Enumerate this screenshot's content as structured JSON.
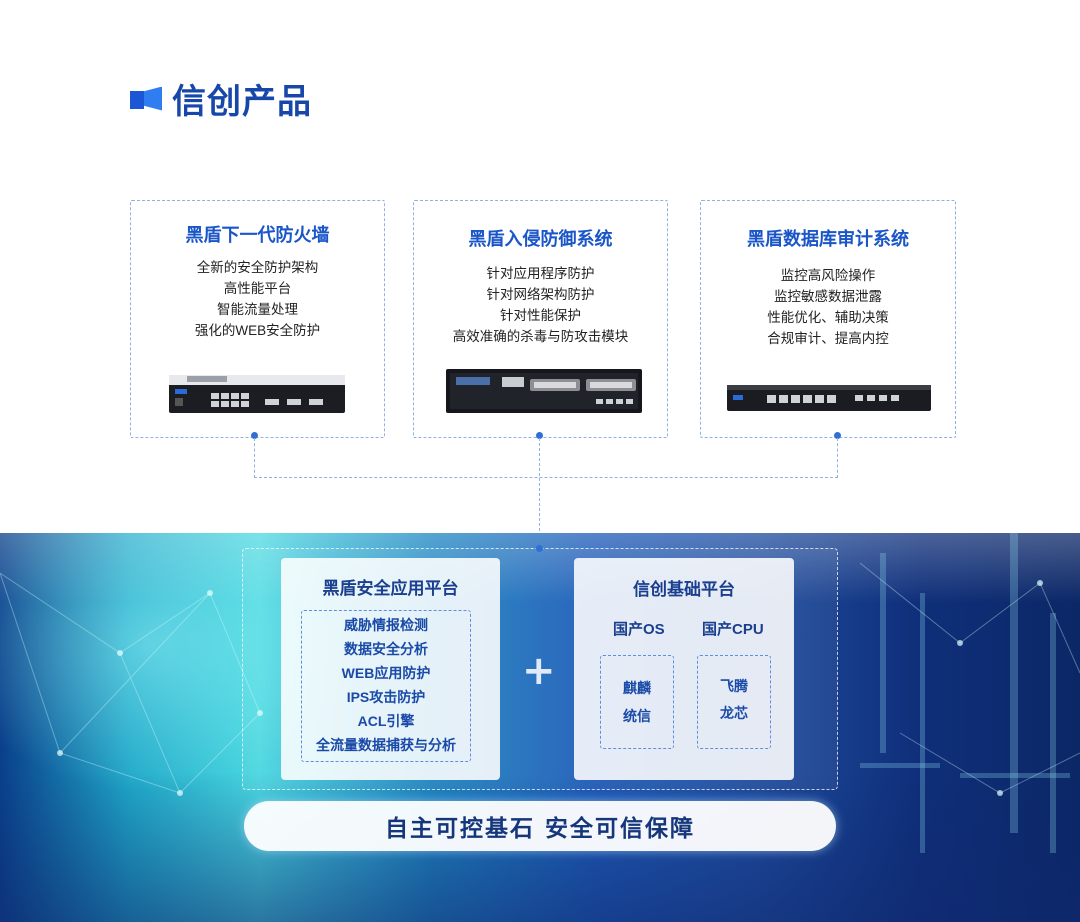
{
  "header": {
    "title": "信创产品"
  },
  "products": [
    {
      "title": "黑盾下一代防火墙",
      "features": [
        "全新的安全防护架构",
        "高性能平台",
        "智能流量处理",
        "强化的WEB安全防护"
      ]
    },
    {
      "title": "黑盾入侵防御系统",
      "features": [
        "针对应用程序防护",
        "针对网络架构防护",
        "针对性能保护",
        "高效准确的杀毒与防攻击模块"
      ]
    },
    {
      "title": "黑盾数据库审计系统",
      "features": [
        "监控高风险操作",
        "监控敏感数据泄露",
        "性能优化、辅助决策",
        "合规审计、提高内控"
      ]
    }
  ],
  "security_platform": {
    "title": "黑盾安全应用平台",
    "items": [
      "威胁情报检测",
      "数据安全分析",
      "WEB应用防护",
      "IPS攻击防护",
      "ACL引擎",
      "全流量数据捕获与分析"
    ]
  },
  "plus_sign": "+",
  "base_platform": {
    "title": "信创基础平台",
    "os": {
      "label": "国产OS",
      "items": [
        "麒麟",
        "统信"
      ]
    },
    "cpu": {
      "label": "国产CPU",
      "items": [
        "飞腾",
        "龙芯"
      ]
    }
  },
  "slogan": "自主可控基石  安全可信保障",
  "colors": {
    "accent": "#1a56c8",
    "dark_blue": "#16367c",
    "dash": "#8fb2e6"
  }
}
